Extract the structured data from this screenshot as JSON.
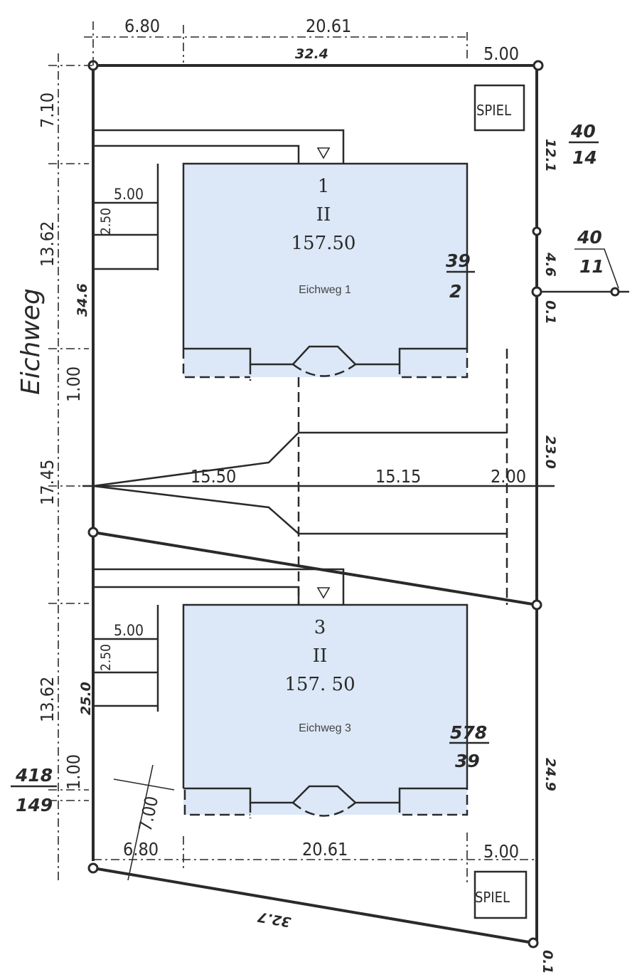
{
  "street_name": "Eichweg",
  "colors": {
    "building_fill": "#dce8f7",
    "line": "#2a2a2a"
  },
  "top_dimensions": {
    "left": "6.80",
    "middle": "20.61",
    "plot_width": "32.4",
    "right": "5.00"
  },
  "bottom_dimensions": {
    "left": "6.80",
    "middle": "20.61",
    "right": "5.00",
    "diagonal": "7.00",
    "plot_bottom": "32.7"
  },
  "left_dimensions": {
    "d1": "7.10",
    "d2": "13.62",
    "plot_side": "34.6",
    "d3": "1.00",
    "d4": "17.45",
    "d5": "13.62",
    "plot_side2": "25.0",
    "d6": "1.00"
  },
  "right_dimensions": {
    "r1": "12.1",
    "r2": "4.6",
    "r3": "0.1",
    "r4": "23.0",
    "r5": "24.9",
    "r6": "0.1"
  },
  "middle_dimensions": {
    "left": "15.50",
    "center": "15.15",
    "right": "2.00"
  },
  "garage_dimensions": {
    "width1": "5.00",
    "depth1": "2.50",
    "width2": "5.00",
    "depth2": "2.50"
  },
  "playground_label": "SPIEL",
  "parcels": {
    "p1": {
      "num": "40",
      "den": "14"
    },
    "p2": {
      "num": "40",
      "den": "11"
    },
    "p3": {
      "num": "39",
      "den": "2"
    },
    "p4": {
      "num": "578",
      "den": "39"
    },
    "p5": {
      "num": "418",
      "den": "149"
    }
  },
  "buildings": [
    {
      "number": "1",
      "floors": "II",
      "elevation": "157.50",
      "address": "Eichweg 1"
    },
    {
      "number": "3",
      "floors": "II",
      "elevation": "157. 50",
      "address": "Eichweg 3"
    }
  ]
}
